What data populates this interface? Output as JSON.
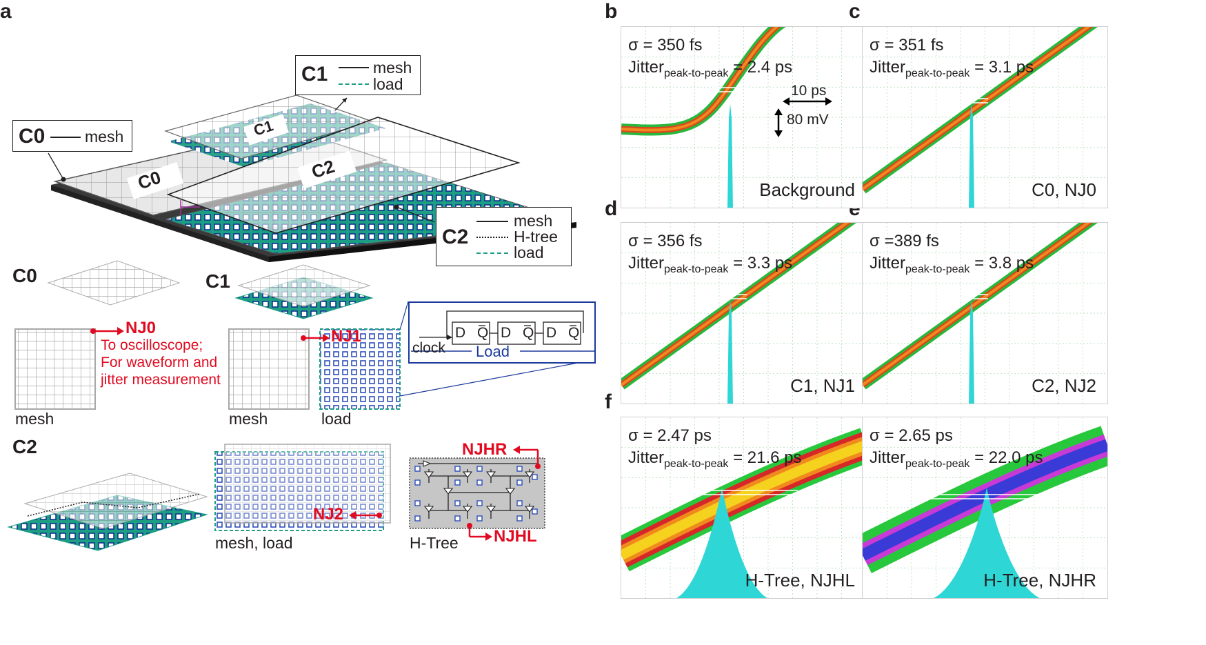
{
  "panels": {
    "a": "a",
    "b": "b",
    "c": "c",
    "d": "d",
    "e": "e",
    "f": "f"
  },
  "legend_c1": {
    "title": "C1",
    "mesh": "mesh",
    "load": "load"
  },
  "legend_c0": {
    "title": "C0",
    "mesh": "mesh"
  },
  "legend_c2": {
    "title": "C2",
    "mesh": "mesh",
    "htree": "H-tree",
    "load": "load"
  },
  "plane_labels": {
    "c0": "C0",
    "c1": "C1",
    "c2": "C2"
  },
  "section_labels": {
    "c0": "C0",
    "c1": "C1",
    "c2": "C2"
  },
  "bottom_labels": {
    "mesh_c0": "mesh",
    "mesh_c1": "mesh",
    "load_c1": "load",
    "mesh_load": "mesh, load",
    "htree": "H-Tree"
  },
  "probes": {
    "nj0": "NJ0",
    "nj0_note": [
      "To oscilloscope;",
      "For waveform and",
      "jitter measurement"
    ],
    "nj1": "NJ1",
    "nj2": "NJ2",
    "njhr": "NJHR",
    "njhl": "NJHL"
  },
  "load_box": {
    "title": "Load",
    "clock": "clock",
    "d": "D",
    "q": "Q"
  },
  "scale": {
    "time": "10 ps",
    "voltage": "80 mV"
  },
  "scopes": [
    {
      "id": "b",
      "sigma": "σ = 350 fs",
      "jitter_main": "Jitter",
      "jitter_sub": "peak-to-peak",
      "jitter_val": " = 2.4 ps",
      "label": "Background"
    },
    {
      "id": "c",
      "sigma": "σ = 351 fs",
      "jitter_main": "Jitter",
      "jitter_sub": "peak-to-peak",
      "jitter_val": " = 3.1 ps",
      "label": "C0, NJ0"
    },
    {
      "id": "d",
      "sigma": "σ = 356 fs",
      "jitter_main": "Jitter",
      "jitter_sub": "peak-to-peak",
      "jitter_val": " = 3.3 ps",
      "label": "C1, NJ1"
    },
    {
      "id": "e",
      "sigma": "σ =389 fs",
      "jitter_main": "Jitter",
      "jitter_sub": "peak-to-peak",
      "jitter_val": " = 3.8 ps",
      "label": "C2, NJ2"
    },
    {
      "id": "f1",
      "sigma": "σ = 2.47 ps",
      "jitter_main": "Jitter",
      "jitter_sub": "peak-to-peak",
      "jitter_val": " = 21.6 ps",
      "label": "H-Tree, NJHL"
    },
    {
      "id": "f2",
      "sigma": "σ = 2.65 ps",
      "jitter_main": "Jitter",
      "jitter_sub": "peak-to-peak",
      "jitter_val": " = 22.0 ps",
      "label": "H-Tree, NJHR"
    }
  ],
  "colors": {
    "red": "#e10b21",
    "teal": "#1d9e84",
    "navy": "#0a2a8c",
    "cyan": "#2fd6d6",
    "blue_sq": "#2f4fb8"
  }
}
